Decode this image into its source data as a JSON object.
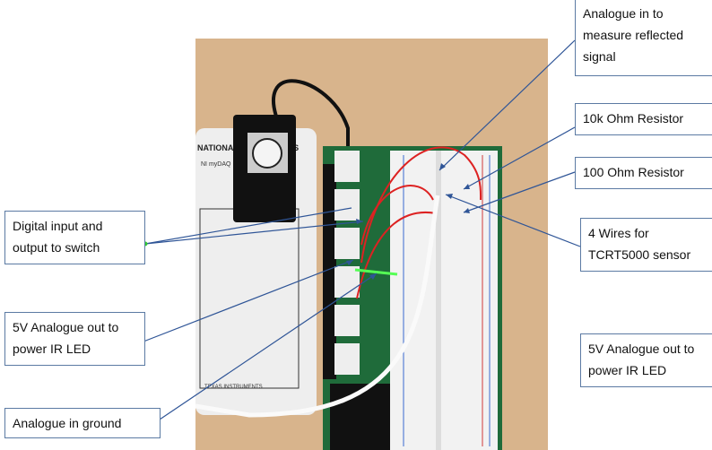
{
  "labels": {
    "analogue_in_signal": "Analogue in to measure reflected signal",
    "resistor_10k": "10k Ohm Resistor",
    "resistor_100": "100 Ohm Resistor",
    "wires_tcrt5000": "4 Wires for TCRT5000 sensor",
    "analogue_out_right": "5V Analogue out to power IR LED",
    "digital_io": "Digital input and output to switch",
    "analogue_out_left": "5V Analogue out to power IR LED",
    "analogue_ground": "Analogue in ground"
  },
  "photo": {
    "device_text": "NATIONAL INSTRUMENTS",
    "device_model": "NI myDAQ",
    "logo_text": "TEXAS INSTRUMENTS"
  },
  "colors": {
    "callout_line": "#2f5597",
    "box_border": "#5b7aa3",
    "table": "#d8b48c",
    "pcb": "#1f6b3a"
  }
}
